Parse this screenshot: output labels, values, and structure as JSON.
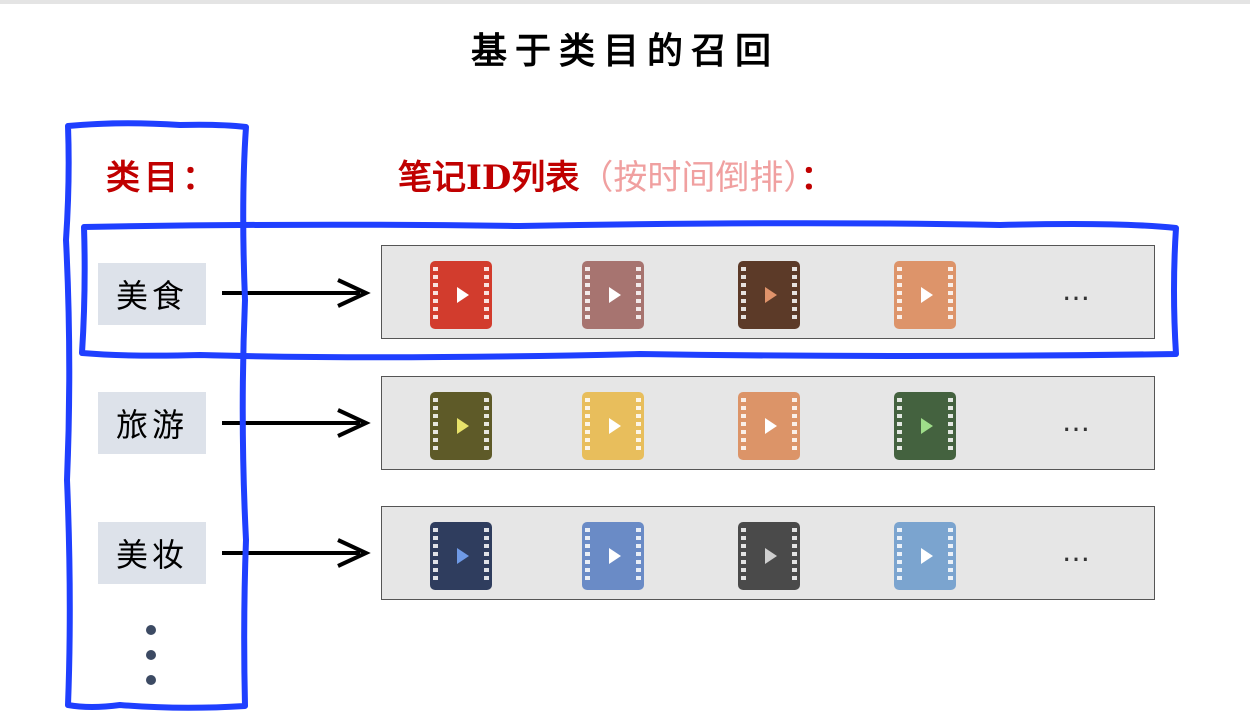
{
  "title": "基于类目的召回",
  "headers": {
    "category": "类目：",
    "list_main": "笔记ID列表",
    "list_note": "（按时间倒排）",
    "list_colon": "："
  },
  "categories": [
    {
      "label": "美食",
      "colors": [
        "#d23c2d",
        "#a77470",
        "#5c3a28",
        "#dd946a"
      ],
      "play": [
        "#ffffff",
        "#ffffff",
        "#e0936b",
        "#ffffff"
      ]
    },
    {
      "label": "旅游",
      "colors": [
        "#5e5a28",
        "#e8be5c",
        "#dc9468",
        "#44623f"
      ],
      "play": [
        "#e8e26a",
        "#ffffff",
        "#ffffff",
        "#9fdd8a"
      ]
    },
    {
      "label": "美妆",
      "colors": [
        "#2f3d5e",
        "#6a8bc6",
        "#4a4a4a",
        "#7ba4cf"
      ],
      "play": [
        "#6f9ae6",
        "#ffffff",
        "#cfcfcf",
        "#ffffff"
      ]
    }
  ],
  "more_items": "…",
  "highlight_color": "#1f3fff"
}
